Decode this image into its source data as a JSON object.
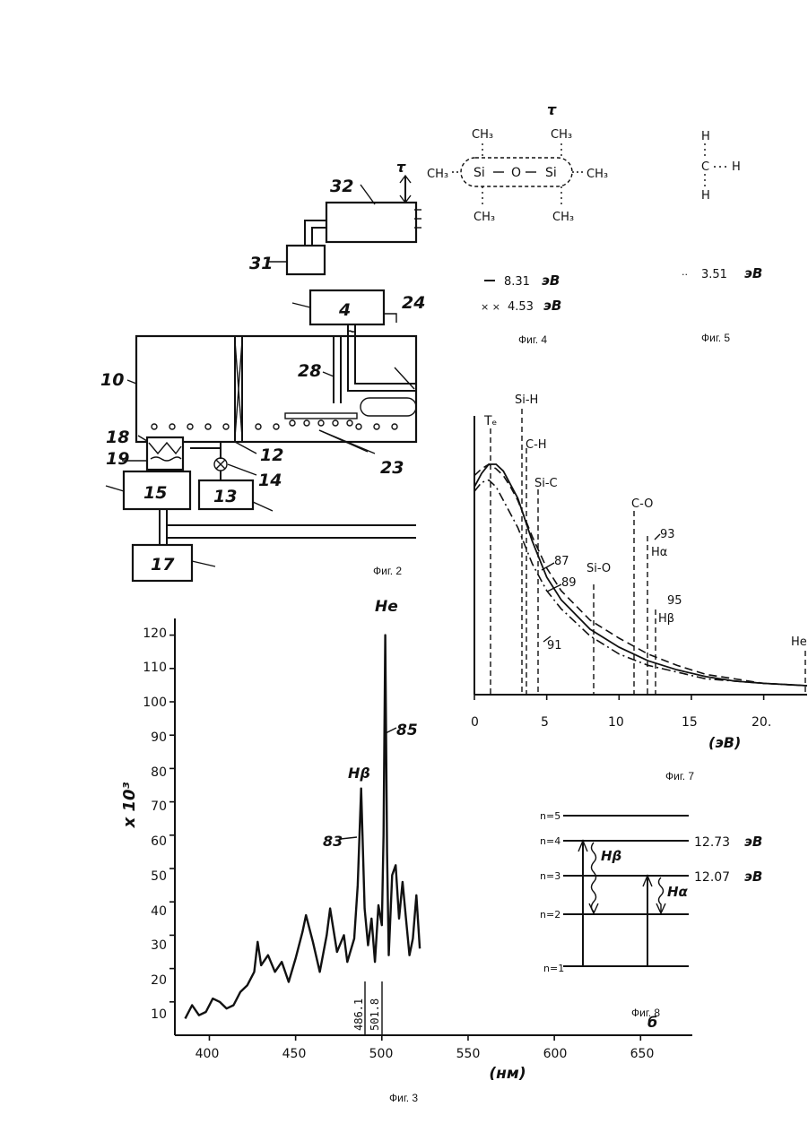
{
  "fig2": {
    "caption": "Фиг. 2",
    "labels": [
      "32",
      "31",
      "4",
      "24",
      "10",
      "28",
      "18",
      "19",
      "15",
      "14",
      "13",
      "12",
      "23",
      "17",
      "τ",
      "~"
    ]
  },
  "fig3": {
    "caption": "Фиг. 3",
    "ylabel": "x 10³",
    "xlabel": "(нм)",
    "yticks": [
      "10",
      "20",
      "30",
      "40",
      "50",
      "60",
      "70",
      "80",
      "90",
      "100",
      "110",
      "120"
    ],
    "xticks": [
      "400",
      "450",
      "500",
      "550",
      "600",
      "650"
    ],
    "peak_he": "He",
    "peak_hb": "Hβ",
    "ref_83": "83",
    "ref_85": "85",
    "line_486": "486.1",
    "line_501": "501.8",
    "chart_data": {
      "type": "line",
      "x": [
        386,
        390,
        394,
        398,
        402,
        406,
        410,
        414,
        418,
        422,
        426,
        428,
        430,
        434,
        438,
        442,
        446,
        450,
        454,
        456,
        460,
        464,
        468,
        470,
        474,
        478,
        480,
        484,
        486,
        488,
        490,
        492,
        494,
        496,
        498,
        500,
        501,
        502,
        503,
        504,
        506,
        508,
        510,
        512,
        514,
        516,
        518,
        520,
        522
      ],
      "y": [
        5,
        9,
        6,
        7,
        11,
        10,
        8,
        9,
        13,
        15,
        19,
        28,
        21,
        24,
        19,
        22,
        16,
        23,
        31,
        36,
        28,
        19,
        30,
        38,
        25,
        30,
        22,
        29,
        45,
        74,
        38,
        27,
        35,
        22,
        39,
        33,
        60,
        120,
        55,
        24,
        48,
        51,
        35,
        46,
        35,
        24,
        29,
        42,
        26
      ],
      "xlim": [
        380,
        680
      ],
      "ylim": [
        0,
        125
      ]
    }
  },
  "fig4": {
    "caption": "Фиг. 4",
    "tau": "τ",
    "ch3": "CH₃",
    "si": "Si",
    "o": "O",
    "legend1_value": "8.31",
    "legend1_unit": "эВ",
    "legend2_value": "4.53",
    "legend2_unit": "эВ"
  },
  "fig5": {
    "caption": "Фиг. 5",
    "h": "H",
    "c": "C",
    "legend_value": "3.51",
    "legend_unit": "эВ"
  },
  "fig7": {
    "caption": "Фиг. 7",
    "xlabel": "(эВ)",
    "xticks": [
      "0",
      "5",
      "10",
      "15",
      "20."
    ],
    "markers": [
      "Tₑ",
      "Si-H",
      "C-H",
      "Si-C",
      "C-O",
      "Si-O",
      "93",
      "Hα",
      "95",
      "Hβ",
      "He"
    ],
    "curve_labels": [
      "87",
      "89",
      "91"
    ],
    "chart_data": {
      "type": "line",
      "xlim": [
        0,
        23
      ],
      "series": [
        {
          "x": [
            0,
            0.5,
            1,
            1.5,
            2,
            3,
            4,
            5,
            6,
            8,
            10,
            12,
            14,
            16,
            18,
            20,
            23
          ],
          "y": [
            0.9,
            0.96,
            1.0,
            1.0,
            0.97,
            0.85,
            0.66,
            0.5,
            0.4,
            0.27,
            0.19,
            0.13,
            0.09,
            0.06,
            0.04,
            0.03,
            0.02
          ]
        },
        {
          "x": [
            0,
            0.5,
            1,
            1.5,
            2,
            2.5,
            3,
            4,
            5,
            6,
            8,
            10,
            12,
            14,
            16,
            18,
            20,
            23
          ],
          "y": [
            0.95,
            0.98,
            1.0,
            0.98,
            0.95,
            0.9,
            0.84,
            0.68,
            0.54,
            0.44,
            0.31,
            0.23,
            0.16,
            0.11,
            0.07,
            0.05,
            0.03,
            0.02
          ]
        },
        {
          "x": [
            0,
            0.5,
            1,
            1.5,
            2,
            3,
            4,
            5,
            6,
            8,
            10,
            12,
            14,
            16,
            18,
            20,
            23
          ],
          "y": [
            0.88,
            0.92,
            0.93,
            0.9,
            0.84,
            0.72,
            0.56,
            0.44,
            0.36,
            0.24,
            0.16,
            0.11,
            0.08,
            0.05,
            0.04,
            0.03,
            0.02
          ]
        }
      ]
    }
  },
  "fig8": {
    "caption": "Фиг. 8",
    "levels": [
      "n=5",
      "n=4",
      "n=3",
      "n=2",
      "n=1"
    ],
    "e4": "12.73",
    "e3": "12.07",
    "unit": "эВ",
    "hb": "Hβ",
    "ha": "Hα",
    "corner": "б"
  }
}
